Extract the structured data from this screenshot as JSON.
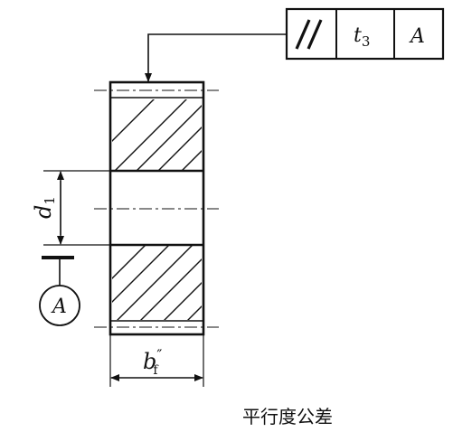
{
  "tolerance_frame": {
    "symbol": "//",
    "value_main": "t",
    "value_sub": "3",
    "datum": "A"
  },
  "dimensions": {
    "bore_main": "d",
    "bore_sub": "1",
    "width_main": "b",
    "width_sub": "f",
    "width_sup": "″"
  },
  "datum_label": "A",
  "caption": "平行度公差"
}
